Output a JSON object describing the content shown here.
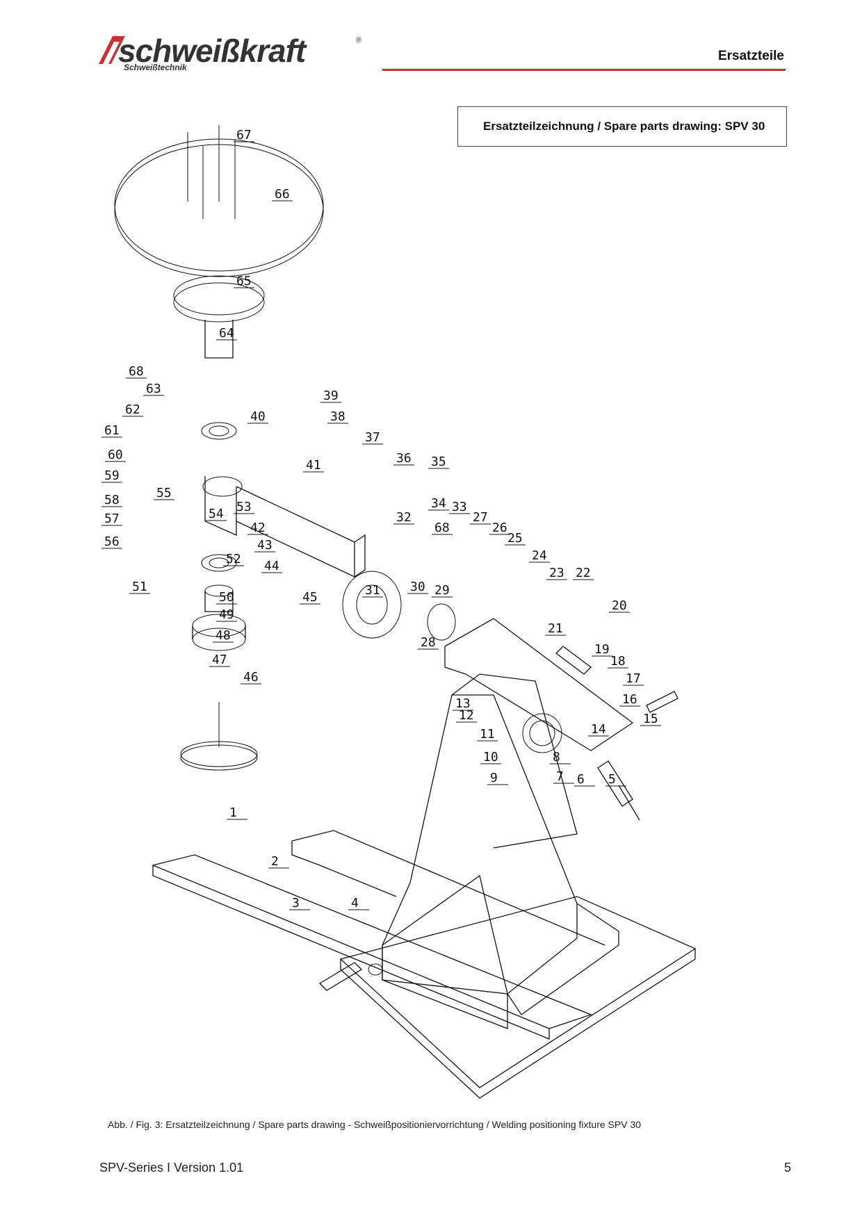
{
  "header": {
    "brand": "schweißkraft",
    "brand_registered": "®",
    "brand_sub": "Schweißtechnik",
    "section_title": "Ersatzteile",
    "accent_color": "#c8322c"
  },
  "title_box": {
    "text": "Ersatzteilzeichnung  / Spare parts drawing: SPV 30"
  },
  "drawing": {
    "part_numbers": [
      "1",
      "2",
      "3",
      "4",
      "5",
      "6",
      "7",
      "8",
      "9",
      "10",
      "11",
      "12",
      "13",
      "14",
      "15",
      "16",
      "17",
      "18",
      "19",
      "20",
      "21",
      "22",
      "23",
      "24",
      "25",
      "26",
      "27",
      "28",
      "29",
      "30",
      "31",
      "32",
      "33",
      "34",
      "35",
      "36",
      "37",
      "38",
      "39",
      "40",
      "41",
      "42",
      "43",
      "44",
      "45",
      "46",
      "47",
      "48",
      "49",
      "50",
      "51",
      "52",
      "53",
      "54",
      "55",
      "56",
      "57",
      "58",
      "59",
      "60",
      "61",
      "62",
      "63",
      "64",
      "65",
      "66",
      "67",
      "68",
      "68"
    ]
  },
  "caption": "Abb. / Fig. 3: Ersatzteilzeichnung  / Spare parts drawing - Schweißpositioniervorrichtung / Welding positioning fixture SPV 30",
  "footer": {
    "left": "SPV-Series  I Version 1.01",
    "page": "5"
  }
}
